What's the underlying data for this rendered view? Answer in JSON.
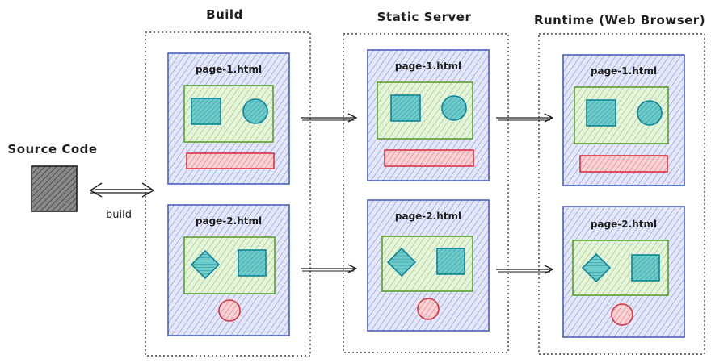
{
  "source": {
    "title": "Source Code",
    "build_label": "build"
  },
  "columns": [
    {
      "title": "Build",
      "pages": [
        {
          "label": "page-1.html",
          "shapes": [
            "square",
            "circle"
          ],
          "footer": "bar"
        },
        {
          "label": "page-2.html",
          "shapes": [
            "diamond",
            "square"
          ],
          "footer": "circle"
        }
      ]
    },
    {
      "title": "Static Server",
      "pages": [
        {
          "label": "page-1.html",
          "shapes": [
            "square",
            "circle"
          ],
          "footer": "bar"
        },
        {
          "label": "page-2.html",
          "shapes": [
            "diamond",
            "square"
          ],
          "footer": "circle"
        }
      ]
    },
    {
      "title": "Runtime (Web Browser)",
      "pages": [
        {
          "label": "page-1.html",
          "shapes": [
            "square",
            "circle"
          ],
          "footer": "bar"
        },
        {
          "label": "page-2.html",
          "shapes": [
            "diamond",
            "square"
          ],
          "footer": "circle"
        }
      ]
    }
  ],
  "colors": {
    "page_stroke": "#4a5fc1",
    "page_fill": "#d7dcf5",
    "content_stroke": "#5aa02c",
    "content_fill": "#e3f3d6",
    "shape_stroke": "#0c8599",
    "shape_fill": "#63c6c4",
    "red_stroke": "#d9333f",
    "red_fill": "#f6c8cb",
    "source_fill": "#6b6b6b"
  }
}
